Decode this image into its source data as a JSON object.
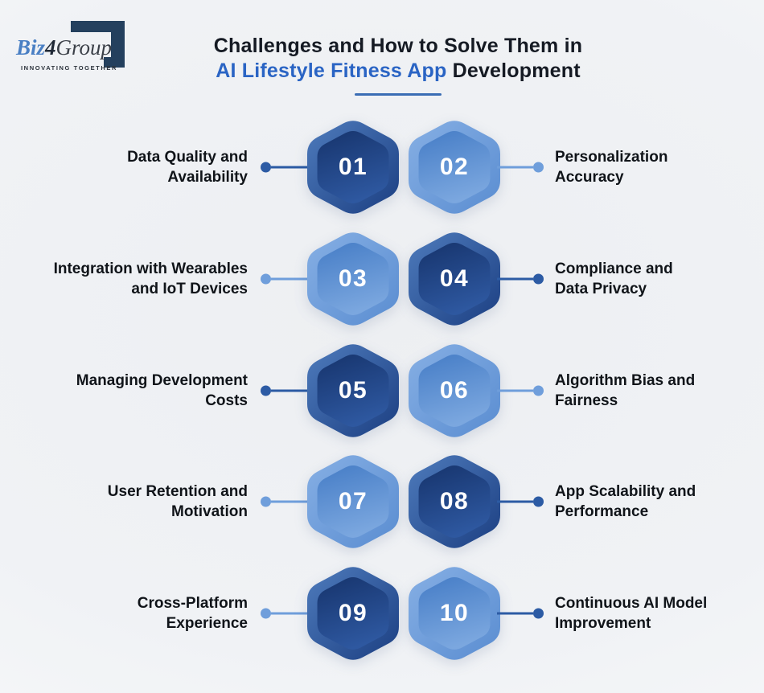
{
  "logo": {
    "name_biz": "Biz",
    "name_four": "4",
    "name_group": "Group",
    "tagline": "INNOVATING TOGETHER"
  },
  "header": {
    "title_line1": "Challenges and How to Solve Them in",
    "title_highlight": "AI Lifestyle Fitness App",
    "title_rest": " Development"
  },
  "palette": {
    "background": "#f0f2f5",
    "title_text": "#151a23",
    "title_accent": "#2a64c4",
    "underline": "#3a6db4",
    "label_text": "#101419",
    "connector_dark": "#2c5ba4",
    "connector_light": "#6f9edb",
    "hex_dark_outer": [
      "#4e7bbc",
      "#1c3f82"
    ],
    "hex_dark_inner": [
      "#17356e",
      "#2e58a0"
    ],
    "hex_light_outer": [
      "#86afe4",
      "#5a8dd1"
    ],
    "hex_light_inner": [
      "#477ec7",
      "#7ba7df"
    ],
    "number_text": "#ffffff",
    "logo_mark": "#24405e",
    "logo_blue": "#497fc4"
  },
  "rows": [
    {
      "num_left": "01",
      "left_label": "Data Quality and\nAvailability",
      "left_hex": "dark",
      "left_connector": "dark",
      "num_right": "02",
      "right_label": "Personalization\nAccuracy",
      "right_hex": "light",
      "right_connector": "light"
    },
    {
      "num_left": "03",
      "left_label": "Integration with Wearables\nand IoT Devices",
      "left_hex": "light",
      "left_connector": "light",
      "num_right": "04",
      "right_label": "Compliance and\nData Privacy",
      "right_hex": "dark",
      "right_connector": "dark"
    },
    {
      "num_left": "05",
      "left_label": "Managing Development\nCosts",
      "left_hex": "dark",
      "left_connector": "dark",
      "num_right": "06",
      "right_label": "Algorithm Bias and\nFairness",
      "right_hex": "light",
      "right_connector": "light"
    },
    {
      "num_left": "07",
      "left_label": "User Retention and\nMotivation",
      "left_hex": "light",
      "left_connector": "light",
      "num_right": "08",
      "right_label": "App Scalability and\nPerformance",
      "right_hex": "dark",
      "right_connector": "dark"
    },
    {
      "num_left": "09",
      "left_label": "Cross-Platform\nExperience",
      "left_hex": "dark",
      "left_connector": "light",
      "num_right": "10",
      "right_label": "Continuous AI Model\nImprovement",
      "right_hex": "light",
      "right_connector": "dark"
    }
  ]
}
